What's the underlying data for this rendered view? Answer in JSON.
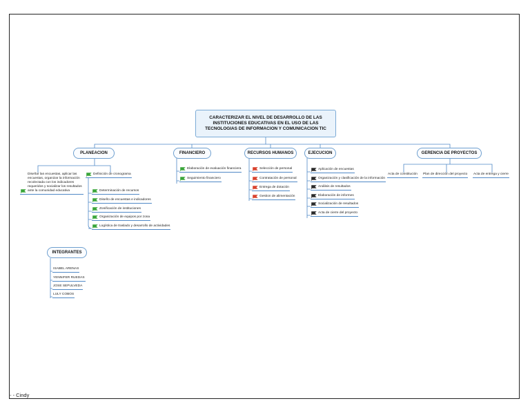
{
  "central": {
    "lines": [
      "CARACTERIZAR EL NIVEL DE DESARROLLO DE LAS",
      "INSTITUCIONES EDUCATIVAS EN EL USO DE LAS",
      "TECNOLOGIAS DE INFORMACION Y COMUNICACION TIC"
    ]
  },
  "branches": {
    "planeacion": {
      "label": "PLANEACION",
      "left_note": "Diseñar las encuestas, aplicar las encuestas, organizar la información recolectada con los indicadores requeridos y socializar los resultados ante la comunidad educativa",
      "cronograma": "Definición de cronograma",
      "items": [
        "Determinación de recursos",
        "Diseño de encuestas e indicadores",
        "Zonificación de instituciones",
        "Organización de equipos por zona",
        "Logística de traslado y desarrollo de actividades"
      ]
    },
    "financiero": {
      "label": "FINANCIERO",
      "items": [
        "Elaboración de evaluación financiera",
        "Seguimiento financiero"
      ]
    },
    "rrhh": {
      "label": "RECURSOS HUMANOS",
      "items": [
        "Selección de personal",
        "Contratación de personal",
        "Entrega de dotación",
        "Gestion de alimentación"
      ]
    },
    "ejecucion": {
      "label": "EJECUCION",
      "items": [
        "Aplicación de encuestas",
        "Organización y clasificación de la información",
        "Análisis de resultados",
        "Elaboración de informes",
        "Socialización de resultados",
        "Acta de cierre del proyecto"
      ]
    },
    "gerencia": {
      "label": "GERENCIA DE PROYECTOS",
      "items": [
        "Acta de constitución",
        "Plan de dirección del proyecto",
        "Acta de entrega y cierre"
      ]
    }
  },
  "integrantes": {
    "label": "INTEGRANTES",
    "members": [
      "ISABEL ARENAS",
      "YENNIFER RUEDAS",
      "JOSE SEPULVEDA",
      "LULY COBOS"
    ]
  },
  "footer": {
    "text": "- - Cindy"
  },
  "colors": {
    "line": "#4f88c6",
    "flag_green": "#3aa53a",
    "flag_red": "#d9412c",
    "flag_dark": "#2a2a2a"
  }
}
